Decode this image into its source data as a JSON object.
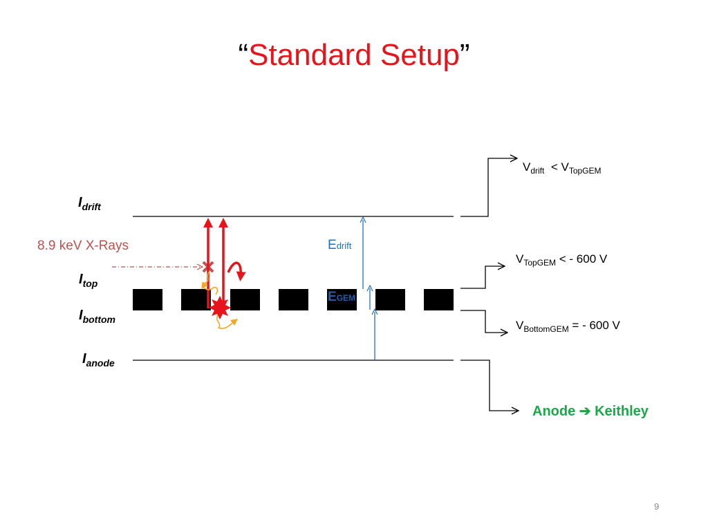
{
  "slide": {
    "title_open_quote": "“",
    "title_text": "Standard Setup",
    "title_close_quote": "”",
    "page_number": "9"
  },
  "currents": {
    "drift": {
      "main": "I",
      "sub": "drift"
    },
    "top": {
      "main": "I",
      "sub": "top"
    },
    "bottom": {
      "main": "I",
      "sub": "bottom"
    },
    "anode": {
      "main": "I",
      "sub": "anode"
    }
  },
  "xray_label": "8.9 keV X-Rays",
  "fields": {
    "drift": {
      "main": "E",
      "sub": "drift"
    },
    "gem": {
      "main": "E",
      "sub": "GEM"
    }
  },
  "voltages": {
    "drift": {
      "v1": "V",
      "s1": "drift",
      "op": "< V",
      "s2": "TopGEM"
    },
    "top_gem": {
      "v1": "V",
      "s1": "TopGEM",
      "rest": " < - 600 V"
    },
    "bottom_gem": {
      "v1": "V",
      "s1": "BottomGEM",
      "rest": " = - 600 V"
    }
  },
  "anode_readout": {
    "left": "Anode",
    "arrow": "➔",
    "right": "Keithley"
  },
  "colors": {
    "title": "#e8141b",
    "xray": "#c0504d",
    "field": "#1f6fc0",
    "anode": "#19a847",
    "track": "#e8141b",
    "electron": "#f5a623"
  }
}
